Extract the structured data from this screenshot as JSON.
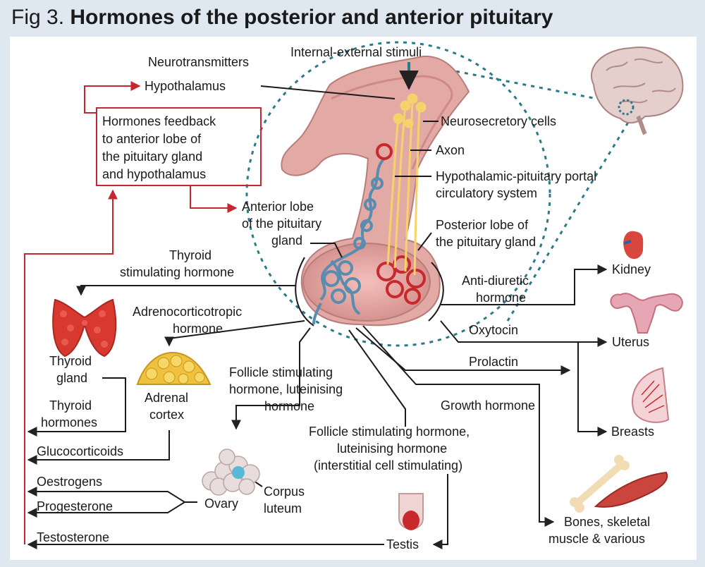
{
  "title": {
    "fig": "Fig 3.",
    "main": "Hormones of the posterior and anterior pituitary"
  },
  "labels": {
    "internal_external": "Internal-external stimuli",
    "neurotransmitters": "Neurotransmitters",
    "hypothalamus": "Hypothalamus",
    "feedback_1": "Hormones feedback",
    "feedback_2": "to anterior lobe of",
    "feedback_3": "the pituitary gland",
    "feedback_4": "and hypothalamus",
    "neurosecretory": "Neurosecretory cells",
    "axon": "Axon",
    "portal_1": "Hypothalamic-pituitary portal",
    "portal_2": "circulatory system",
    "anterior_1": "Anterior lobe",
    "anterior_2": "of the pituitary",
    "anterior_3": "gland",
    "posterior_1": "Posterior lobe of",
    "posterior_2": "the pituitary gland",
    "tsh_1": "Thyroid",
    "tsh_2": "stimulating hormone",
    "adh_1": "Anti-diuretic",
    "adh_2": "hormone",
    "kidney": "Kidney",
    "acth_1": "Adrenocorticotropic",
    "acth_2": "hormone",
    "oxytocin": "Oxytocin",
    "uterus": "Uterus",
    "thyroid_gland_1": "Thyroid",
    "thyroid_gland_2": "gland",
    "fsh_lh_1": "Follicle stimulating",
    "fsh_lh_2": "hormone, luteinising",
    "fsh_lh_3": "hormone",
    "prolactin": "Prolactin",
    "adrenal_1": "Adrenal",
    "adrenal_2": "cortex",
    "thyroid_hormones_1": "Thyroid",
    "thyroid_hormones_2": "hormones",
    "growth_hormone": "Growth hormone",
    "fsh_male_1": "Follicle stimulating hormone,",
    "fsh_male_2": "luteinising hormone",
    "fsh_male_3": "(interstitial cell stimulating)",
    "breasts": "Breasts",
    "glucocorticoids": "Glucocorticoids",
    "oestrogens": "Oestrogens",
    "corpus_1": "Corpus",
    "corpus_2": "luteum",
    "ovary": "Ovary",
    "progesterone": "Progesterone",
    "bones_1": "Bones, skeletal",
    "bones_2": "muscle & various",
    "testosterone": "Testosterone",
    "testis": "Testis"
  },
  "colors": {
    "background": "#dfe7f1",
    "feedback_red": "#c8262e",
    "dotted_teal": "#2a7a8a",
    "tissue_pink": "#dea09e",
    "portal_blue": "#5a8cb0",
    "axon_yellow": "#f5d36a",
    "vessel_red": "#c9282c"
  }
}
